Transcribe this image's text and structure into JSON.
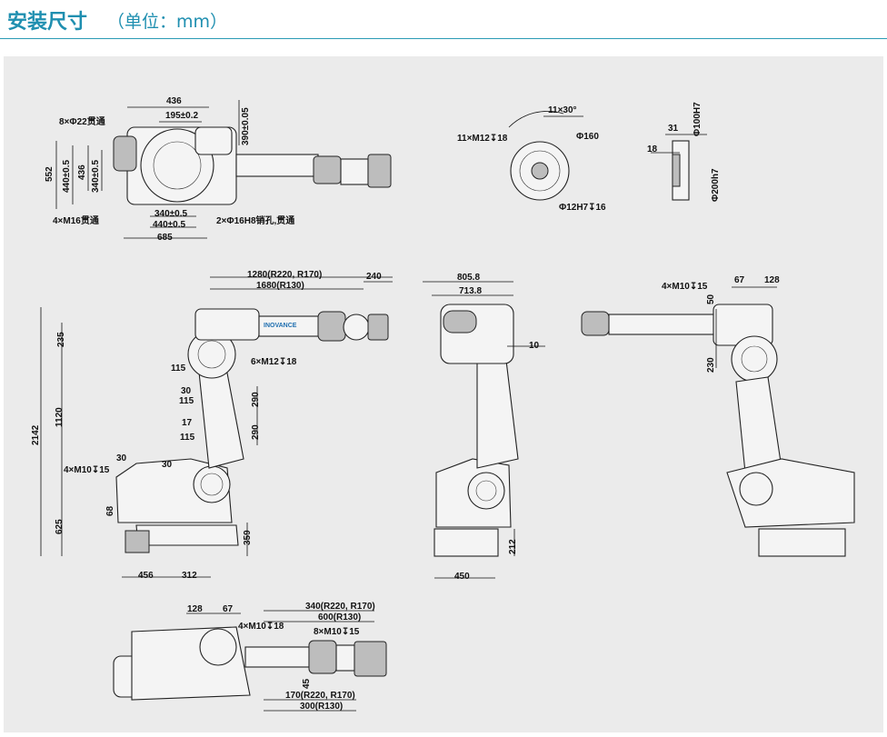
{
  "header": {
    "title": "安装尺寸",
    "subtitle": "（单位：mm）"
  },
  "colors": {
    "accent": "#1f8fb0",
    "panel": "#ebebeb"
  },
  "top_view": {
    "d436": "436",
    "d195": "195±0.2",
    "d390": "390±0.05",
    "holes22": "8×Φ22贯通",
    "d552": "552",
    "d440a": "440±0.5",
    "d436b": "436",
    "d340a": "340±0.5",
    "m16": "4×M16贯通",
    "d340b": "340±0.5",
    "d440b": "440±0.5",
    "d685": "685",
    "pins": "2×Φ16H8销孔,贯通"
  },
  "flange": {
    "angle": "11×30°",
    "holes": "11×M12↧18",
    "d160": "Φ160",
    "pin": "Φ12H7↧16"
  },
  "flange_side": {
    "d31": "31",
    "d18": "18",
    "d100": "Φ100H7",
    "d200": "Φ200h7"
  },
  "side_view": {
    "d1280": "1280(R220, R170)",
    "d1680": "1680(R130)",
    "d240": "240",
    "d235": "235",
    "d115a": "115",
    "m12": "6×M12↧18",
    "d30a": "30",
    "d115b": "115",
    "d290a": "290",
    "d17": "17",
    "d115c": "115",
    "d290b": "290",
    "d2142": "2142",
    "d1120": "1120",
    "d30b": "30",
    "d30c": "30",
    "m10": "4×M10↧15",
    "d68": "68",
    "d625": "625",
    "d359": "359",
    "d456": "456",
    "d312": "312",
    "brand": "INOVANCE"
  },
  "front_view": {
    "d805": "805.8",
    "d713": "713.8",
    "d10": "10",
    "d212": "212",
    "d450": "450"
  },
  "rear_view": {
    "m10": "4×M10↧15",
    "d67": "67",
    "d128": "128",
    "d50": "50",
    "d230": "230"
  },
  "bottom_view": {
    "d128": "128",
    "d67": "67",
    "d340": "340(R220, R170)",
    "d600": "600(R130)",
    "m10a": "4×M10↧18",
    "m10b": "8×M10↧15",
    "d45": "45",
    "d170": "170(R220, R170)",
    "d300": "300(R130)"
  }
}
